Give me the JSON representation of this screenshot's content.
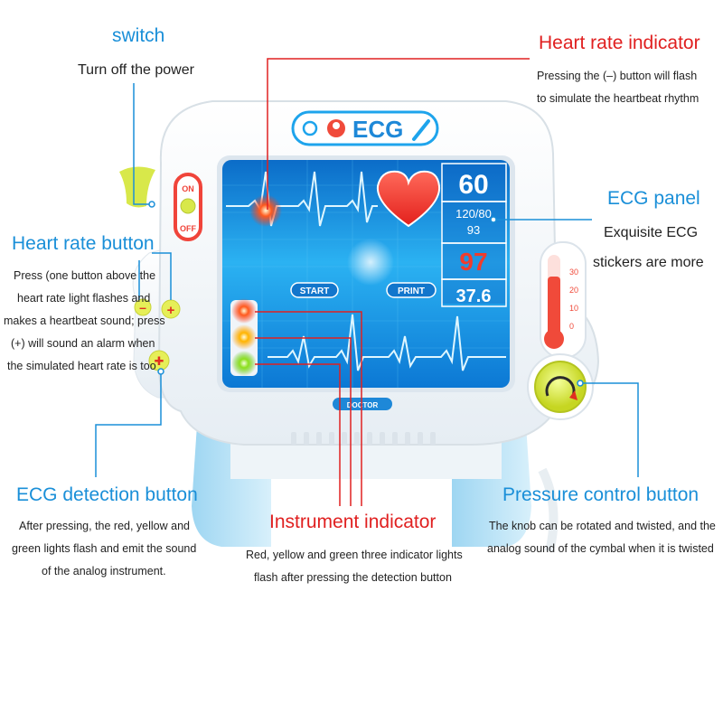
{
  "device": {
    "logo": "ECG",
    "switch_on": "ON",
    "switch_off": "OFF",
    "readouts": {
      "hr": "60",
      "bp_sys_dia": "120/80",
      "bp_pulse": "93",
      "spo2": "97",
      "temp": "37.6"
    },
    "start_label": "START",
    "print_label": "PRINT",
    "brand": "DOCTOR",
    "thermo_ticks": [
      "30",
      "20",
      "10",
      "0"
    ]
  },
  "callouts": {
    "switch": {
      "title": "switch",
      "lines": [
        "Turn off the power"
      ]
    },
    "heart_rate_indicator": {
      "title": "Heart rate indicator",
      "lines": [
        "Pressing the (–) button will flash",
        "to simulate the heartbeat rhythm"
      ]
    },
    "ecg_panel": {
      "title": "ECG panel",
      "lines": [
        "Exquisite ECG",
        "stickers are more"
      ]
    },
    "heart_rate_button": {
      "title": "Heart rate button",
      "lines": [
        "Press (one button above the",
        "heart rate light flashes and",
        "makes a heartbeat sound; press",
        "(+) will sound an alarm when",
        "the simulated heart rate is too"
      ]
    },
    "ecg_detection_button": {
      "title": "ECG detection button",
      "lines": [
        "After pressing, the red, yellow and",
        "green lights flash and emit the sound",
        "of the analog instrument."
      ]
    },
    "instrument_indicator": {
      "title": "Instrument indicator",
      "lines": [
        "Red, yellow and green three indicator lights",
        "flash after pressing the detection button"
      ]
    },
    "pressure_control_button": {
      "title": "Pressure control button",
      "lines": [
        "The knob can be rotated and twisted, and the",
        "analog sound of the cymbal when it is twisted"
      ]
    }
  },
  "colors": {
    "blue": "#1a8fd8",
    "red": "#e02020",
    "screen": "#1ea4ec",
    "body": "#ffffff"
  }
}
